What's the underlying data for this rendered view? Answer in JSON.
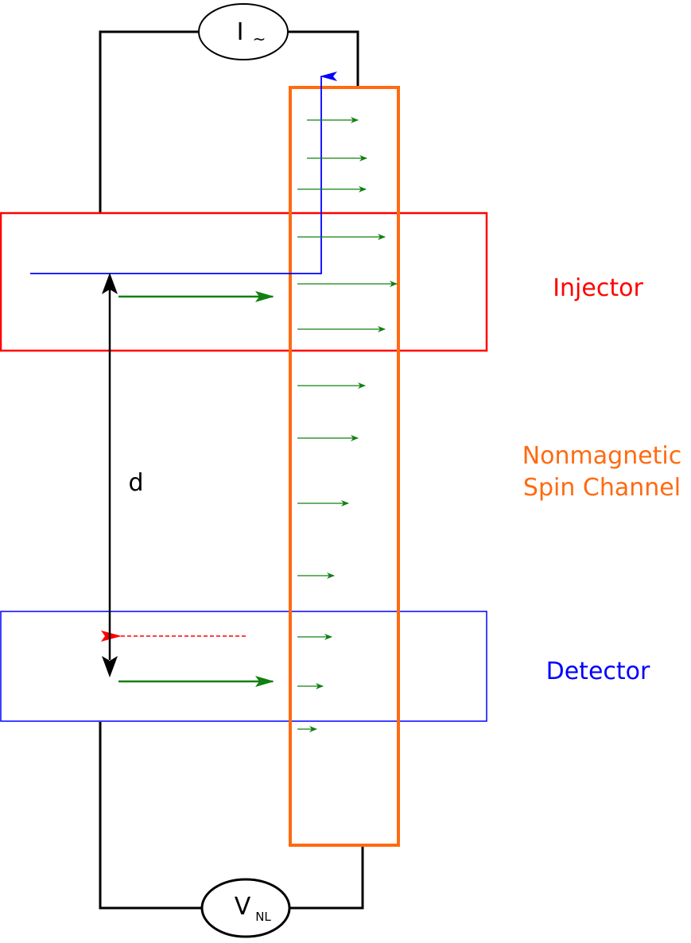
{
  "source": {
    "symbol": "I",
    "subscript": "~"
  },
  "meter": {
    "symbol": "V",
    "subscript": "NL"
  },
  "labels": {
    "injector": "Injector",
    "channel_line1": "Nonmagnetic",
    "channel_line2": "Spin Channel",
    "detector": "Detector",
    "distance": "d"
  },
  "colors": {
    "injector": "#ff0000",
    "channel": "#ff6a10",
    "detector": "#0000ff",
    "spin_arrow": "#108010",
    "current_path": "#0000ff",
    "wire": "#000000",
    "detected_signal": "#ff0000"
  }
}
